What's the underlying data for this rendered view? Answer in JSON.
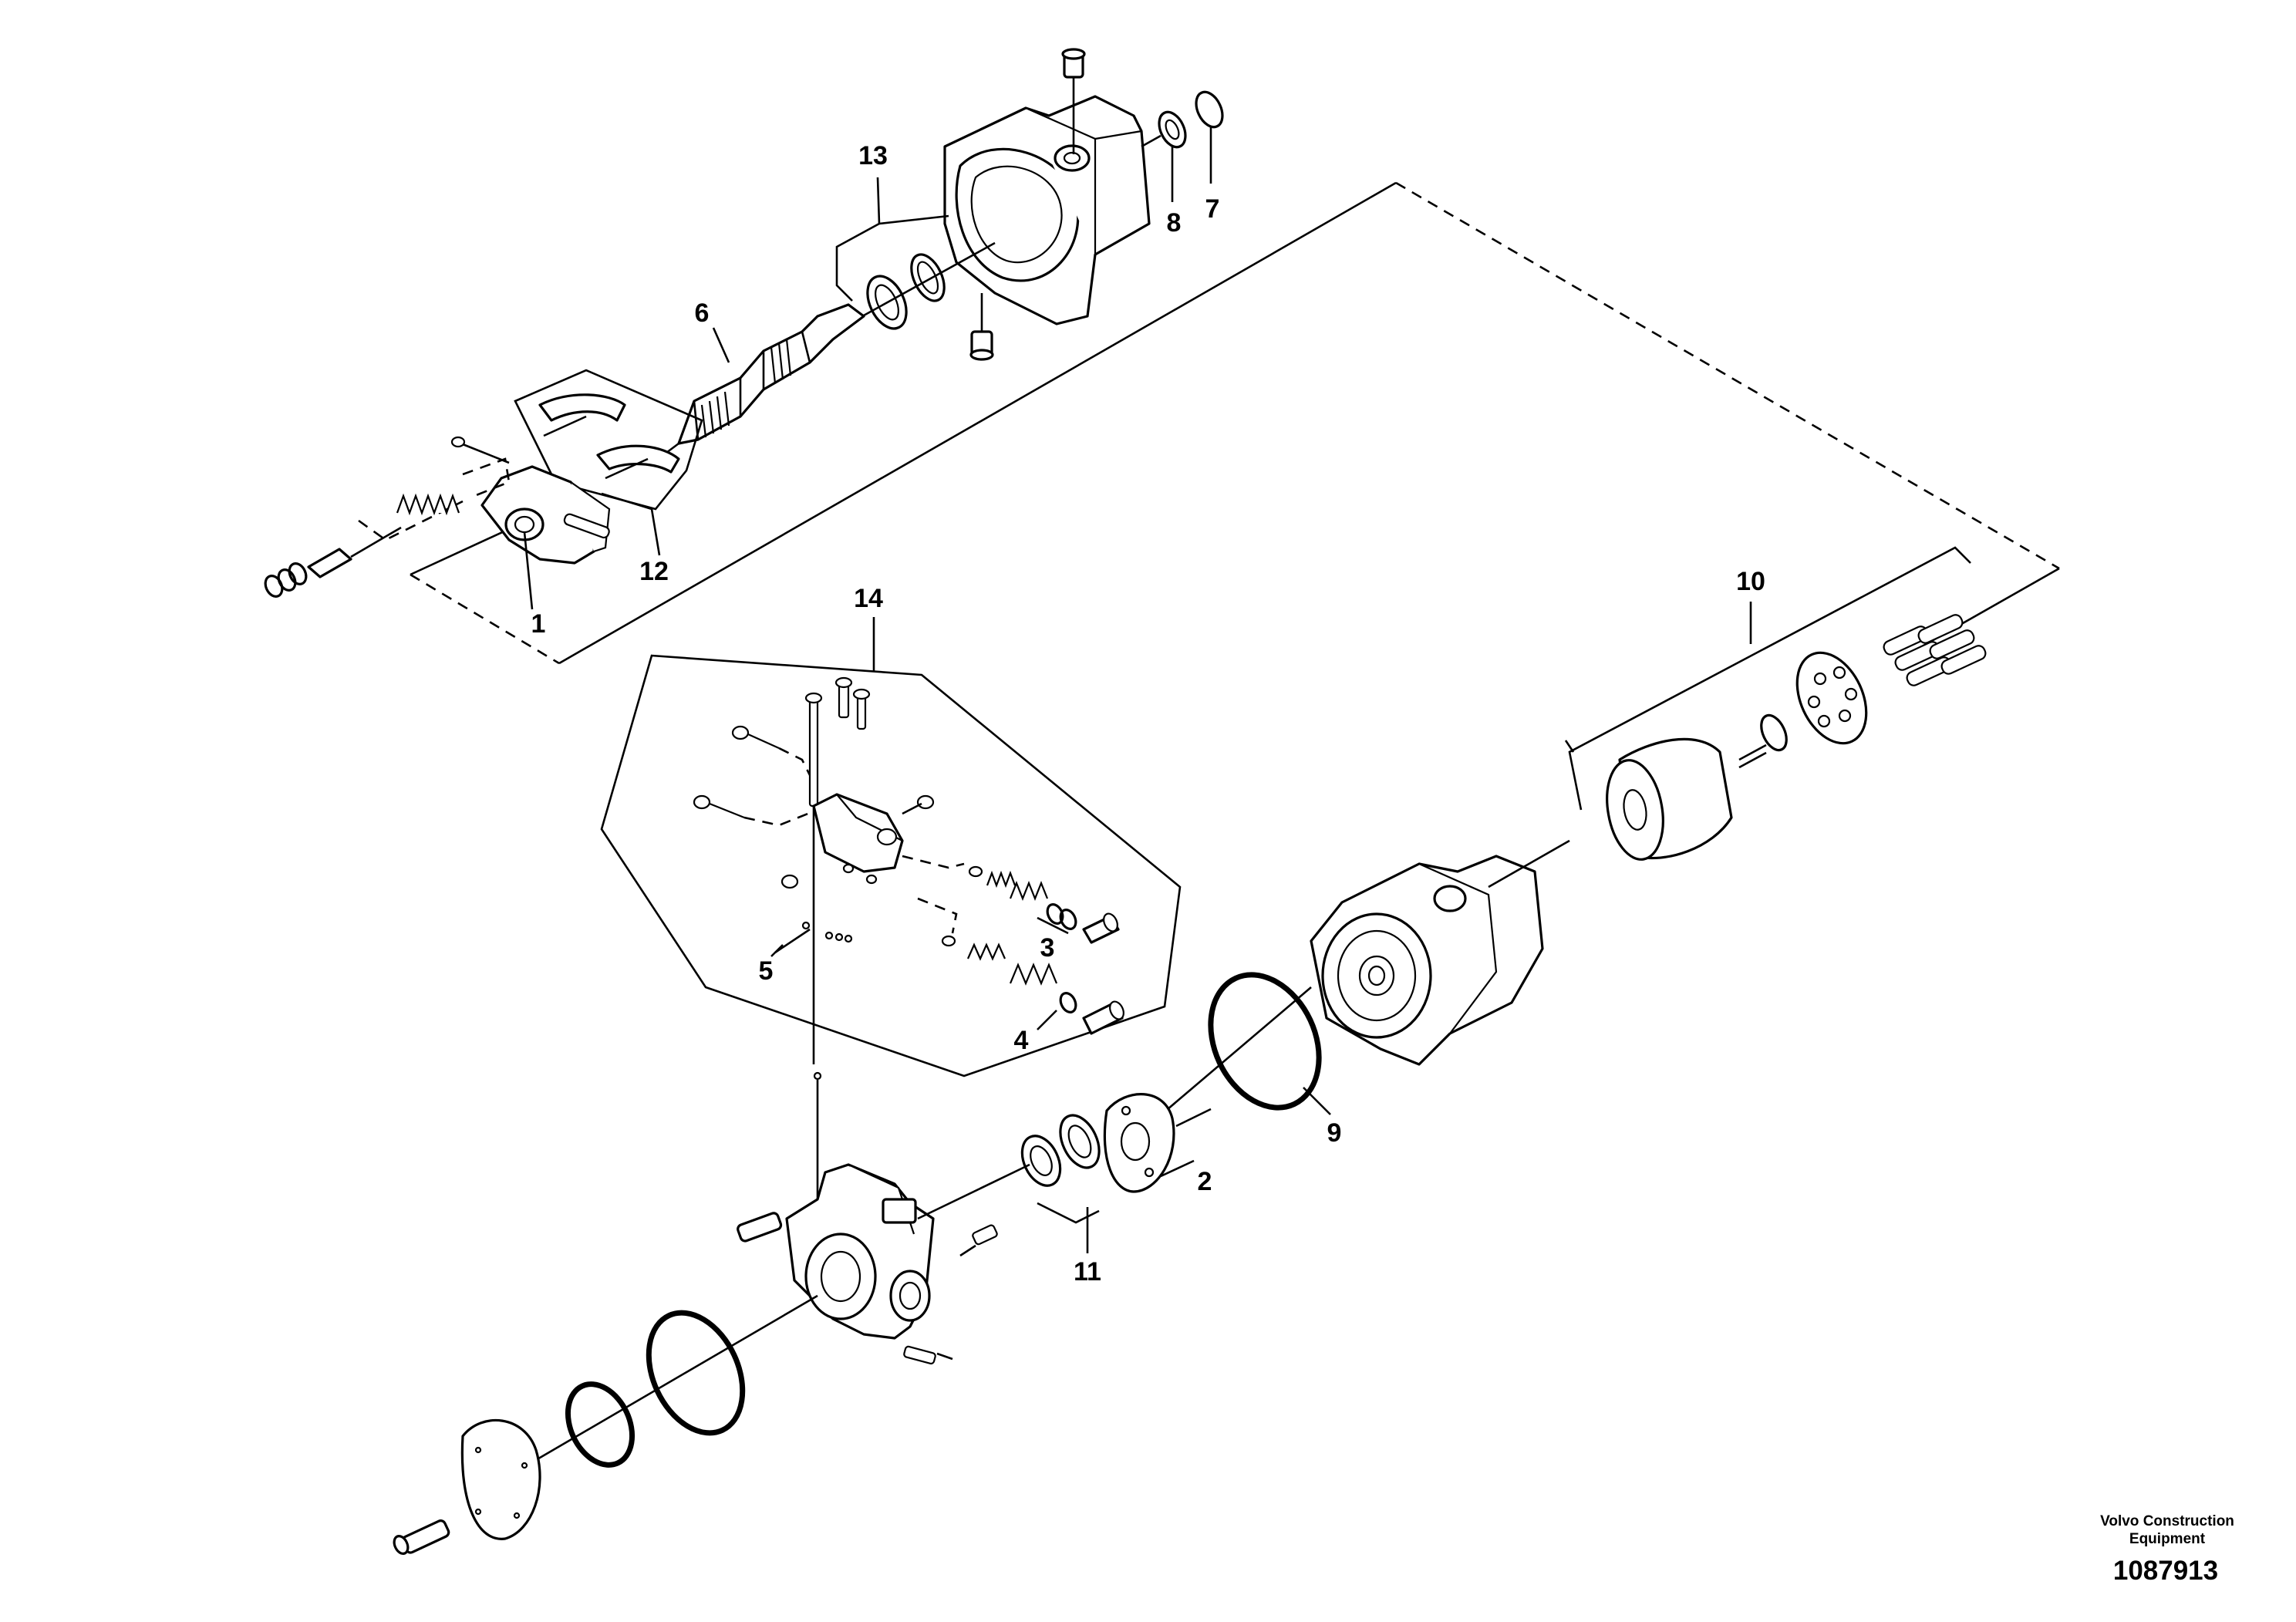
{
  "labels": {
    "p1": "1",
    "p2": "2",
    "p3": "3",
    "p4": "4",
    "p5": "5",
    "p6": "6",
    "p7": "7",
    "p8": "8",
    "p9": "9",
    "p10": "10",
    "p11": "11",
    "p12": "12",
    "p13": "13",
    "p14": "14"
  },
  "footer": {
    "brand_line1": "Volvo Construction",
    "brand_line2": "Equipment",
    "document_number": "1087913"
  }
}
